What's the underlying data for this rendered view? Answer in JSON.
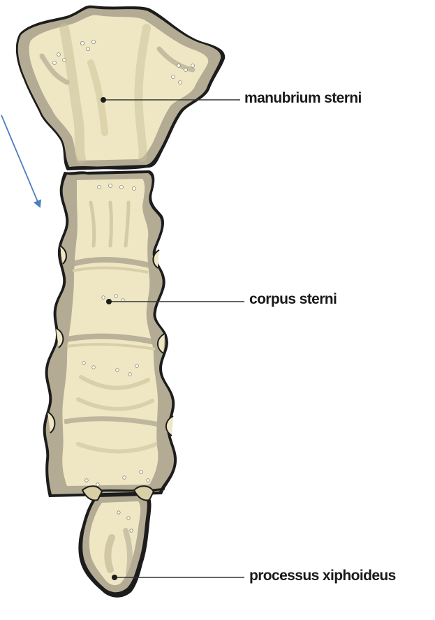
{
  "labels": {
    "manubrium": "manubrium sterni",
    "corpus": "corpus sterni",
    "xiphoid": "processus xiphoideus"
  },
  "colors": {
    "bone_light": "#efe7c4",
    "bone_mid": "#d9cfa6",
    "bone_shadow": "#b3ab94",
    "bone_outline": "#1c1c1c",
    "leader_line": "#333333",
    "arrow": "#4a7fc1"
  }
}
